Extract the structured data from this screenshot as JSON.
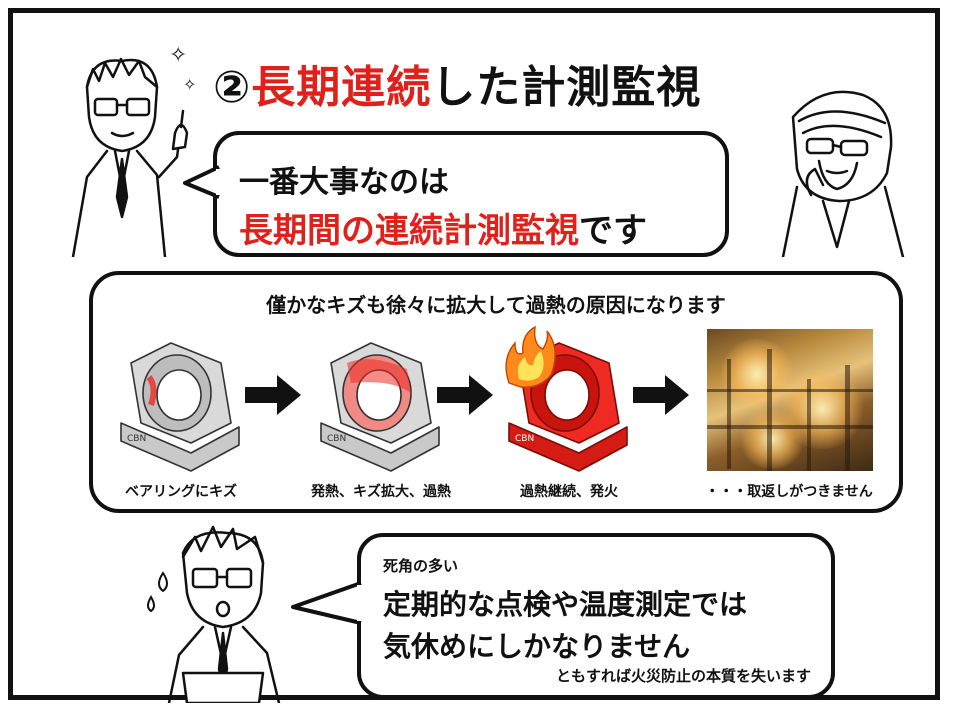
{
  "title": {
    "number": "②",
    "highlight": "長期連続",
    "rest": "した計測監視"
  },
  "speech_top": {
    "line1": "一番大事なのは",
    "line2_highlight": "長期間の連続計測監視",
    "line2_rest": "です"
  },
  "panel": {
    "heading": "僅かなキズも徐々に拡大して過熱の原因になります",
    "stages": [
      {
        "label": "ベアリングにキズ"
      },
      {
        "label": "発熱、キズ拡大、過熱"
      },
      {
        "label": "過熱継続、発火"
      },
      {
        "label": "・・・取返しがつきません"
      }
    ],
    "bearing_mark": "CBN"
  },
  "speech_bottom": {
    "line0": "死角の多い",
    "line1": "定期的な点検や温度測定では",
    "line2": "気休めにしかなりません",
    "line3": "ともすれば火災防止の本質を失います"
  },
  "colors": {
    "accent_red": "#e0201b",
    "bearing_gray": "#d9d9d9",
    "bearing_red": "#ee2a22",
    "ink": "#111111"
  },
  "icons": [
    "sparkle-icon",
    "arrow-right-icon",
    "flame-icon"
  ]
}
